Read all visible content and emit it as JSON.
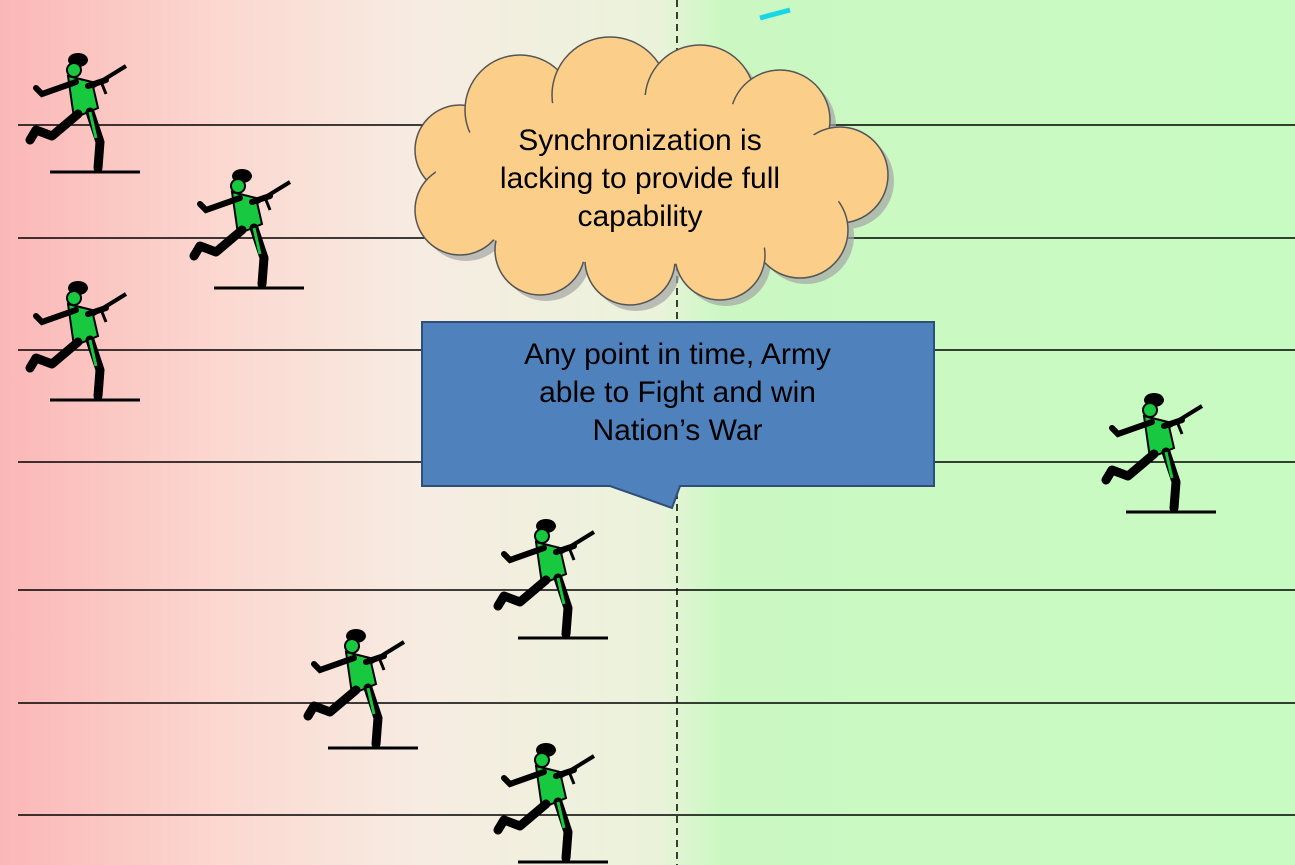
{
  "cloud": {
    "lines": [
      "Synchronization is",
      "lacking to provide full",
      "capability"
    ],
    "fill": "#fbcf8a"
  },
  "callout": {
    "lines": [
      "Any point in time, Army",
      "able to Fight and win",
      "Nation’s War"
    ],
    "fill": "#4f81bd"
  },
  "soldier_colors": {
    "uniform": "#18c83f",
    "outline": "#000000"
  },
  "background": {
    "left": "#fbb7b7",
    "right": "#c8fbc2"
  }
}
